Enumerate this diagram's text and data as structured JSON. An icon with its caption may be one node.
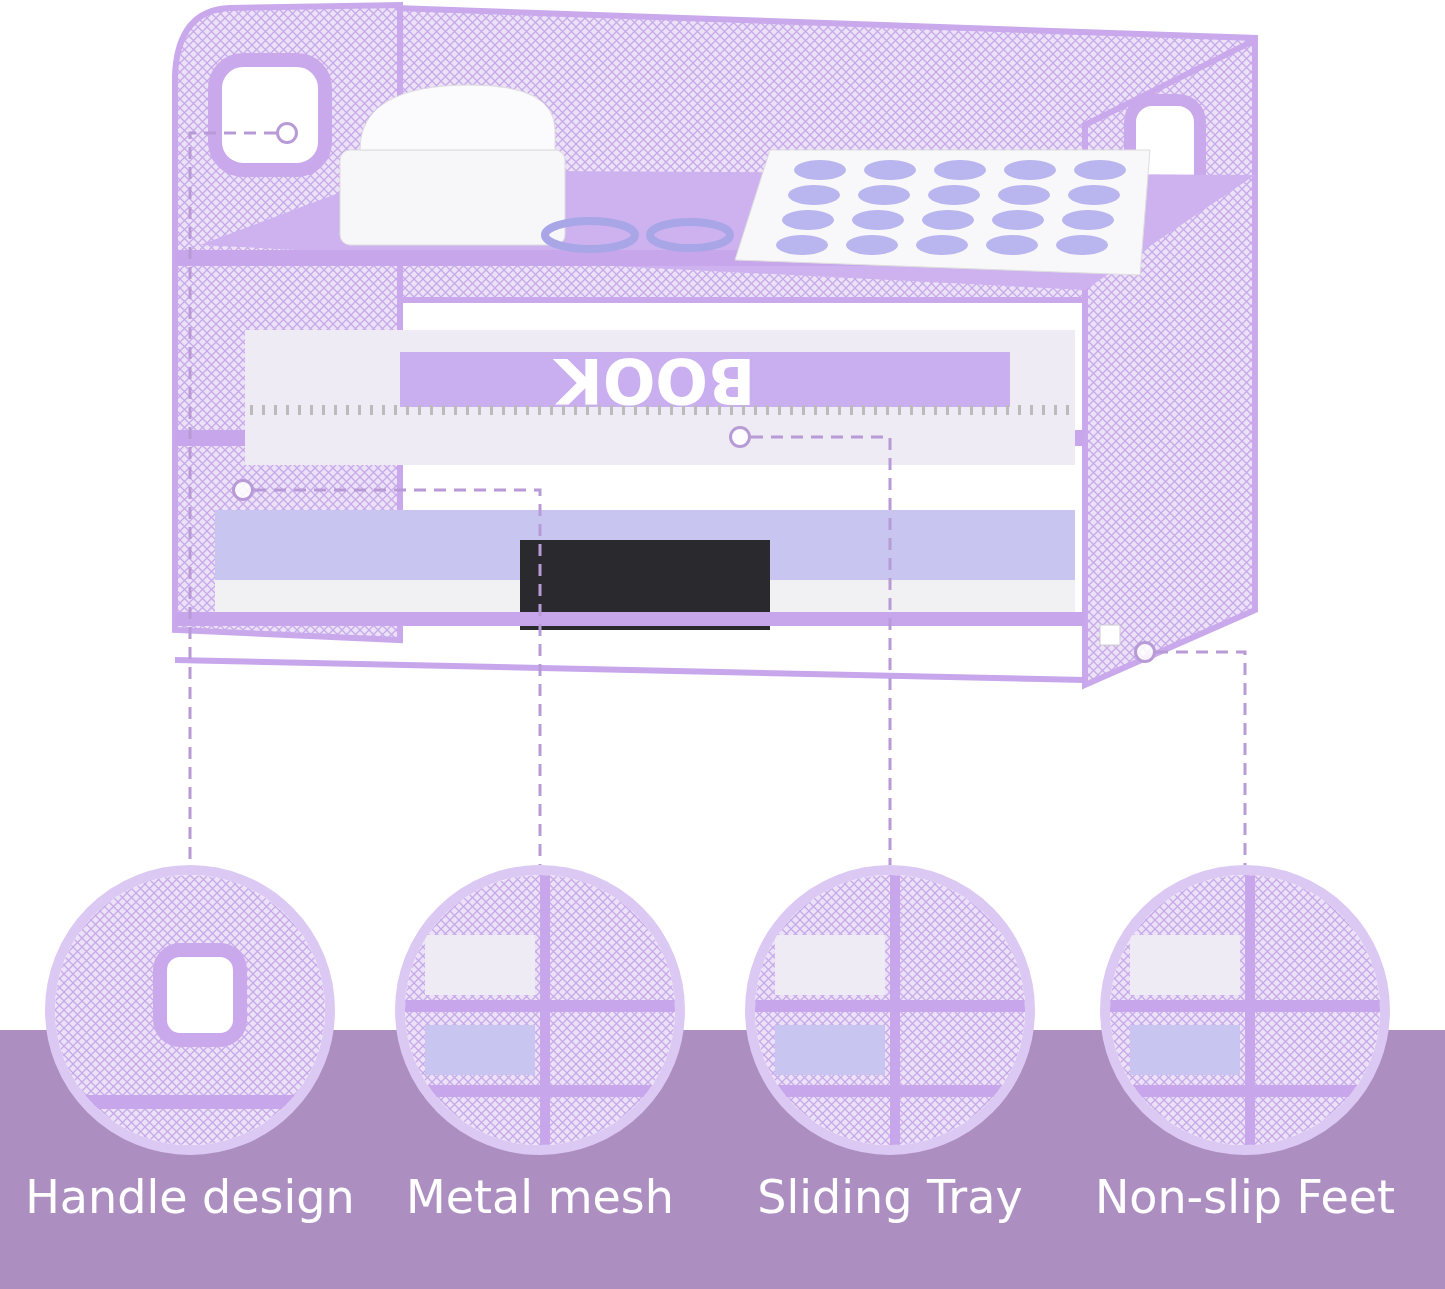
{
  "diagram": {
    "nodes": [
      {
        "text": [],
        "shape": "picture"
      },
      {
        "text": [],
        "shape": "circle",
        "in": 0
      },
      {
        "text": [],
        "shape": "circle",
        "in": 0
      },
      {
        "text": [],
        "shape": "circle",
        "in": 0
      },
      {
        "text": [],
        "shape": "circle",
        "in": 0
      },
      {
        "text": [
          "Handle design"
        ]
      },
      {
        "text": [
          "Metal mesh"
        ]
      },
      {
        "text": [
          "Sliding Tray"
        ]
      },
      {
        "text": [
          "Non-slip Feet"
        ]
      }
    ],
    "edges": [
      {
        "from": 1,
        "to": 5,
        "arrow": "none",
        "style": "dashed"
      },
      {
        "from": 2,
        "to": 6,
        "arrow": "none",
        "style": "dashed"
      },
      {
        "from": 3,
        "to": 7,
        "arrow": "none",
        "style": "dashed"
      },
      {
        "from": 4,
        "to": 8,
        "arrow": "none",
        "style": "dashed"
      }
    ],
    "labels": [
      "BOOK"
    ]
  }
}
